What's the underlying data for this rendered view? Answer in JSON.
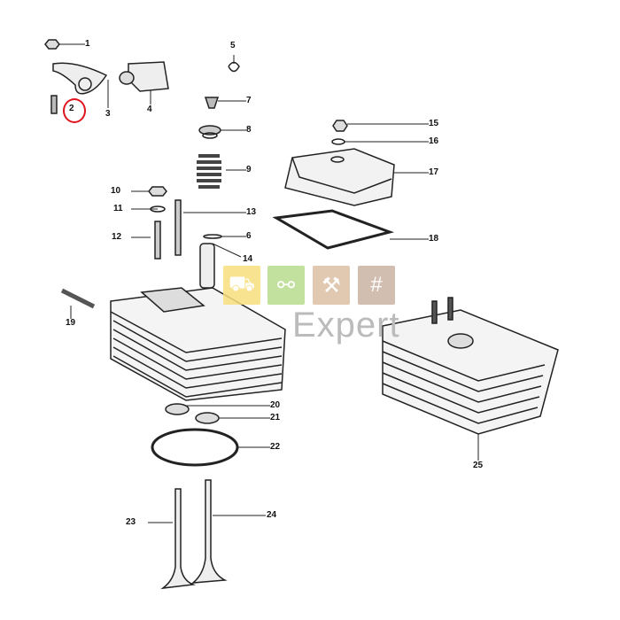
{
  "diagram": {
    "title": "Cylinder head exploded parts view",
    "callouts": [
      "1",
      "2",
      "3",
      "4",
      "5",
      "6",
      "7",
      "8",
      "9",
      "10",
      "11",
      "12",
      "13",
      "14",
      "15",
      "16",
      "17",
      "18",
      "19",
      "20",
      "21",
      "22",
      "23",
      "24",
      "25"
    ],
    "highlighted_callout": "2",
    "highlight_color": "#e0141e"
  },
  "watermark": {
    "text": "Expert",
    "tiles": [
      {
        "icon": "tractor-icon",
        "color": "#f7df7e"
      },
      {
        "icon": "wheelbarrow-icon",
        "color": "#b9dc8e"
      },
      {
        "icon": "tools-icon",
        "color": "#dcbfa4"
      },
      {
        "icon": "fence-icon",
        "color": "#c9b3a3"
      }
    ]
  }
}
